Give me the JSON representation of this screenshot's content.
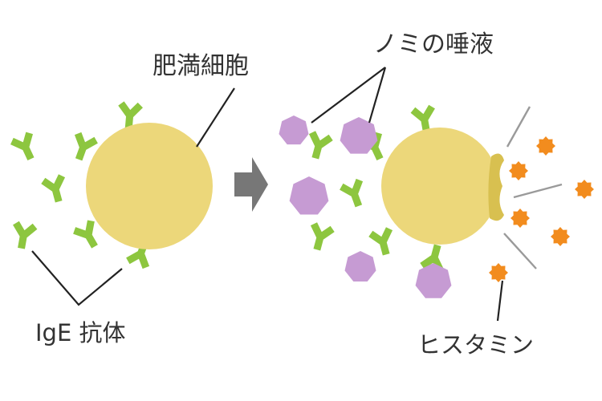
{
  "labels": {
    "mast_cell": "肥満細胞",
    "flea_saliva": "ノミの唾液",
    "ige_antibody": "IgE 抗体",
    "histamine": "ヒスタミン"
  },
  "colors": {
    "cell": "#ecd77a",
    "cell_burst": "#d8c050",
    "antibody": "#8dc63f",
    "allergen": "#c69bd3",
    "histamine": "#f28c1e",
    "arrow": "#777777",
    "leader_line": "#222222",
    "burst_line": "#9a9a9a",
    "text": "#333333"
  },
  "icons": {
    "process_arrow": "right-arrow-icon",
    "antibody": "y-shaped-antibody-icon",
    "allergen": "heptagon-particle-icon",
    "histamine": "star-burst-icon"
  }
}
